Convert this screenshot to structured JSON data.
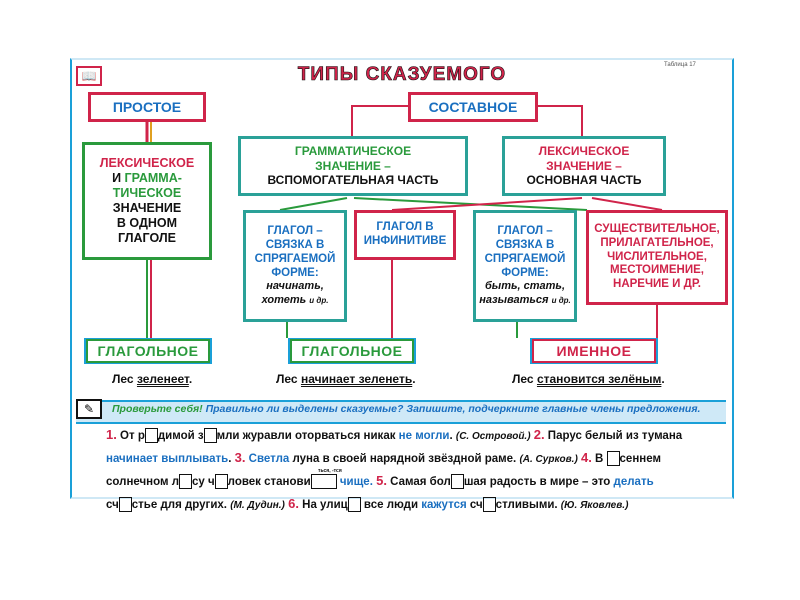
{
  "title": "ТИПЫ СКАЗУЕМОГО",
  "table_no": "Таблица 17",
  "colors": {
    "red": "#d0244a",
    "teal": "#2aa198",
    "blue": "#1a6fc0",
    "green": "#2a9a3c",
    "cyan": "#1aa0d8"
  },
  "icons": {
    "book": "book-icon",
    "pen": "pen-icon"
  },
  "simple": {
    "label": "ПРОСТОЕ",
    "desc_lexical": "ЛЕКСИЧЕСКОЕ",
    "desc_and": "И",
    "desc_gramma": "ГРАММА-",
    "desc_gramma2": "ТИЧЕСКОЕ",
    "desc_rest1": "ЗНАЧЕНИЕ",
    "desc_rest2": "В ОДНОМ",
    "desc_rest3": "ГЛАГОЛЕ"
  },
  "compound": {
    "label": "СОСТАВНОЕ",
    "grammatical": {
      "line1": "ГРАММАТИЧЕСКОЕ",
      "line2": "ЗНАЧЕНИЕ –",
      "line3": "ВСПОМОГАТЕЛЬНАЯ ЧАСТЬ"
    },
    "lexical": {
      "line1": "ЛЕКСИЧЕСКОЕ",
      "line2": "ЗНАЧЕНИЕ –",
      "line3": "ОСНОВНАЯ ЧАСТЬ"
    }
  },
  "sub": {
    "verb_link1": {
      "line1": "ГЛАГОЛ –",
      "line2": "СВЯЗКА В",
      "line3": "СПРЯГАЕМОЙ",
      "line4": "ФОРМЕ:",
      "ex1": "начинать,",
      "ex2": "хотеть",
      "ex3": "и др."
    },
    "infinitive": {
      "line1": "ГЛАГОЛ В",
      "line2": "ИНФИНИТИВЕ"
    },
    "verb_link2": {
      "line1": "ГЛАГОЛ –",
      "line2": "СВЯЗКА В",
      "line3": "СПРЯГАЕМОЙ",
      "line4": "ФОРМЕ:",
      "ex1": "быть, стать,",
      "ex2": "называться",
      "ex3": "и др."
    },
    "nominal_parts": {
      "l1": "СУЩЕСТВИТЕЛЬНОЕ,",
      "l2": "ПРИЛАГАТЕЛЬНОЕ,",
      "l3": "ЧИСЛИТЕЛЬНОЕ,",
      "l4": "МЕСТОИМЕНИЕ,",
      "l5": "НАРЕЧИЕ И ДР."
    }
  },
  "kinds": {
    "verbal1": "ГЛАГОЛЬНОЕ",
    "verbal2": "ГЛАГОЛЬНОЕ",
    "nominal": "ИМЕННОЕ"
  },
  "examples": {
    "e1_a": "Лес ",
    "e1_b": "зеленеет",
    "e2_a": "Лес ",
    "e2_b": "начинает зеленеть",
    "e3_a": "Лес ",
    "e3_b": "становится зелёным"
  },
  "task": {
    "check": "Проверьте себя!",
    "text": "Правильно ли выделены сказуемые? Запишите, подчеркните главные члены предложения."
  },
  "sentences": {
    "n1": "1.",
    "s1a": "От р",
    "s1b": "димой з",
    "s1c": "мли журавли оторваться никак ",
    "s1pred": "не могли",
    "s1src": "(С. Островой.)",
    "n2": "2.",
    "s2a": "Парус белый из тумана ",
    "s2pred": "начинает выплывать",
    "n3": "3.",
    "s3pred": "Светла",
    "s3a": " луна в своей нарядной звёздной раме. ",
    "s3src": "(А. Сурков.)",
    "n4": "4.",
    "s4a": "В ",
    "s4b": "сеннем",
    "s4c": "солнечном л",
    "s4d": "су ч",
    "s4e": "ловек станови",
    "s4f": " чище.",
    "n5": "5.",
    "s5a": "Самая бол",
    "s5b": "шая радость в мире – это ",
    "s5pred": "делать",
    "s5c": "сч",
    "s5d": "стье для других. ",
    "s5src": "(М. Дудин.)",
    "n6": "6.",
    "s6a": "На улиц",
    "s6b": " все люди ",
    "s6pred": "кажутся",
    "s6c": " сч",
    "s6d": "стливыми. ",
    "s6src": "(Ю. Яковлев.)",
    "small_hint": "ться, -тся"
  }
}
